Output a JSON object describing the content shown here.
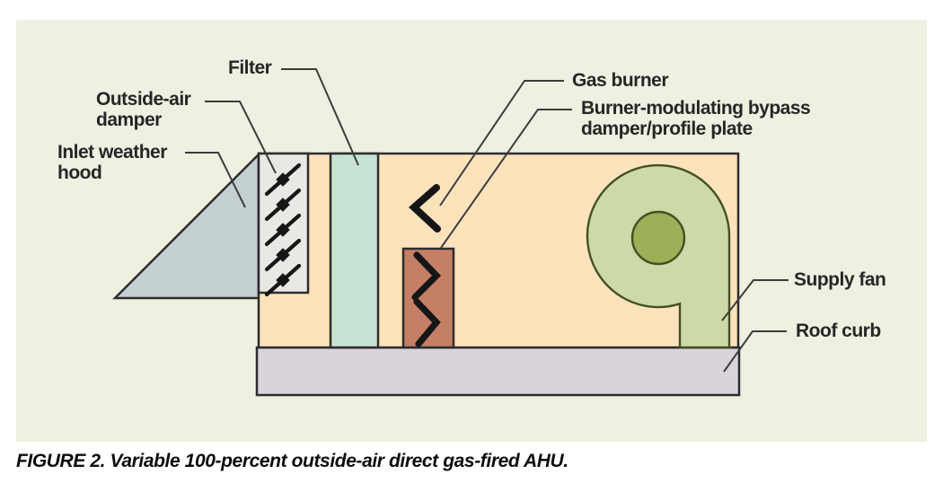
{
  "figure": {
    "caption": "FIGURE 2. Variable 100-percent outside-air direct gas-fired AHU."
  },
  "labels": {
    "filter": "Filter",
    "outside_air_damper": [
      "Outside-air",
      "damper"
    ],
    "inlet_weather_hood": [
      "Inlet weather",
      "hood"
    ],
    "gas_burner": "Gas burner",
    "burner_modulating": [
      "Burner-modulating bypass",
      "damper/profile plate"
    ],
    "supply_fan": "Supply fan",
    "roof_curb": "Roof curb"
  },
  "colors": {
    "panel_bg": "#eef0e1",
    "cabinet_fill": "#fce3bc",
    "hood_fill": "#c4cfd2",
    "damper_fill": "#e8e8e5",
    "filter_fill": "#c6e3d4",
    "burner_fill": "#c57f66",
    "curb_fill": "#dad3dc",
    "fan_fill": "#ccdaa8",
    "fan_hub_fill": "#9cb057",
    "outline": "#2d2d2d",
    "fan_outline": "#454f23",
    "leader_line": "#3c3c3c",
    "label_text": "#262626"
  }
}
